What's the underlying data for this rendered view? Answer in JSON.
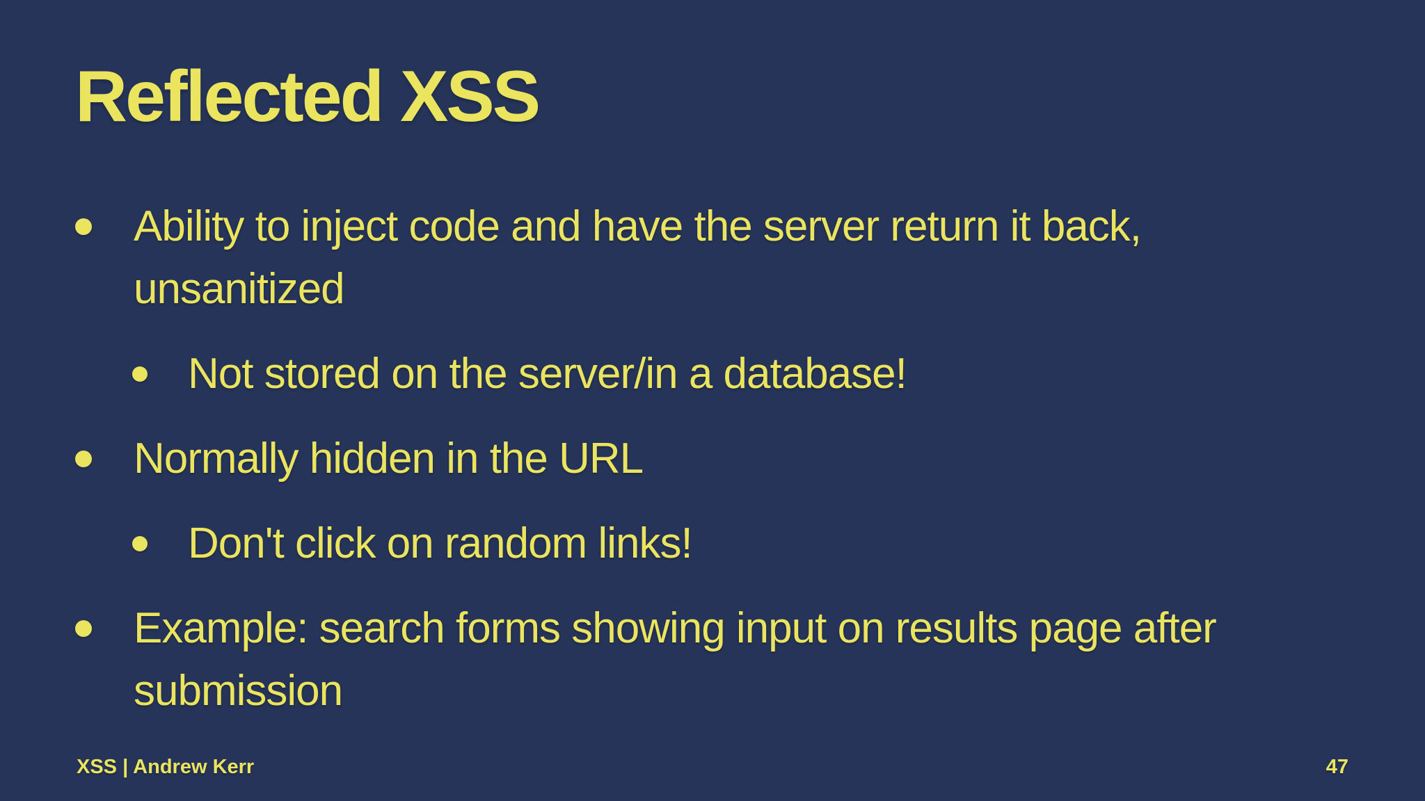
{
  "slide": {
    "title": "Reflected XSS",
    "bullets": [
      {
        "level": 1,
        "text": "Ability to inject code and have the server return it back,\nunsanitized"
      },
      {
        "level": 2,
        "text": "Not stored on the server/in a database!"
      },
      {
        "level": 1,
        "text": "Normally hidden in the URL"
      },
      {
        "level": 2,
        "text": "Don't click on random links!"
      },
      {
        "level": 1,
        "text": "Example: search forms showing input on results page after\nsubmission"
      }
    ]
  },
  "footer": {
    "left": "XSS | Andrew Kerr",
    "page_number": "47"
  },
  "colors": {
    "background": "#263459",
    "accent": "#EAE45F"
  }
}
